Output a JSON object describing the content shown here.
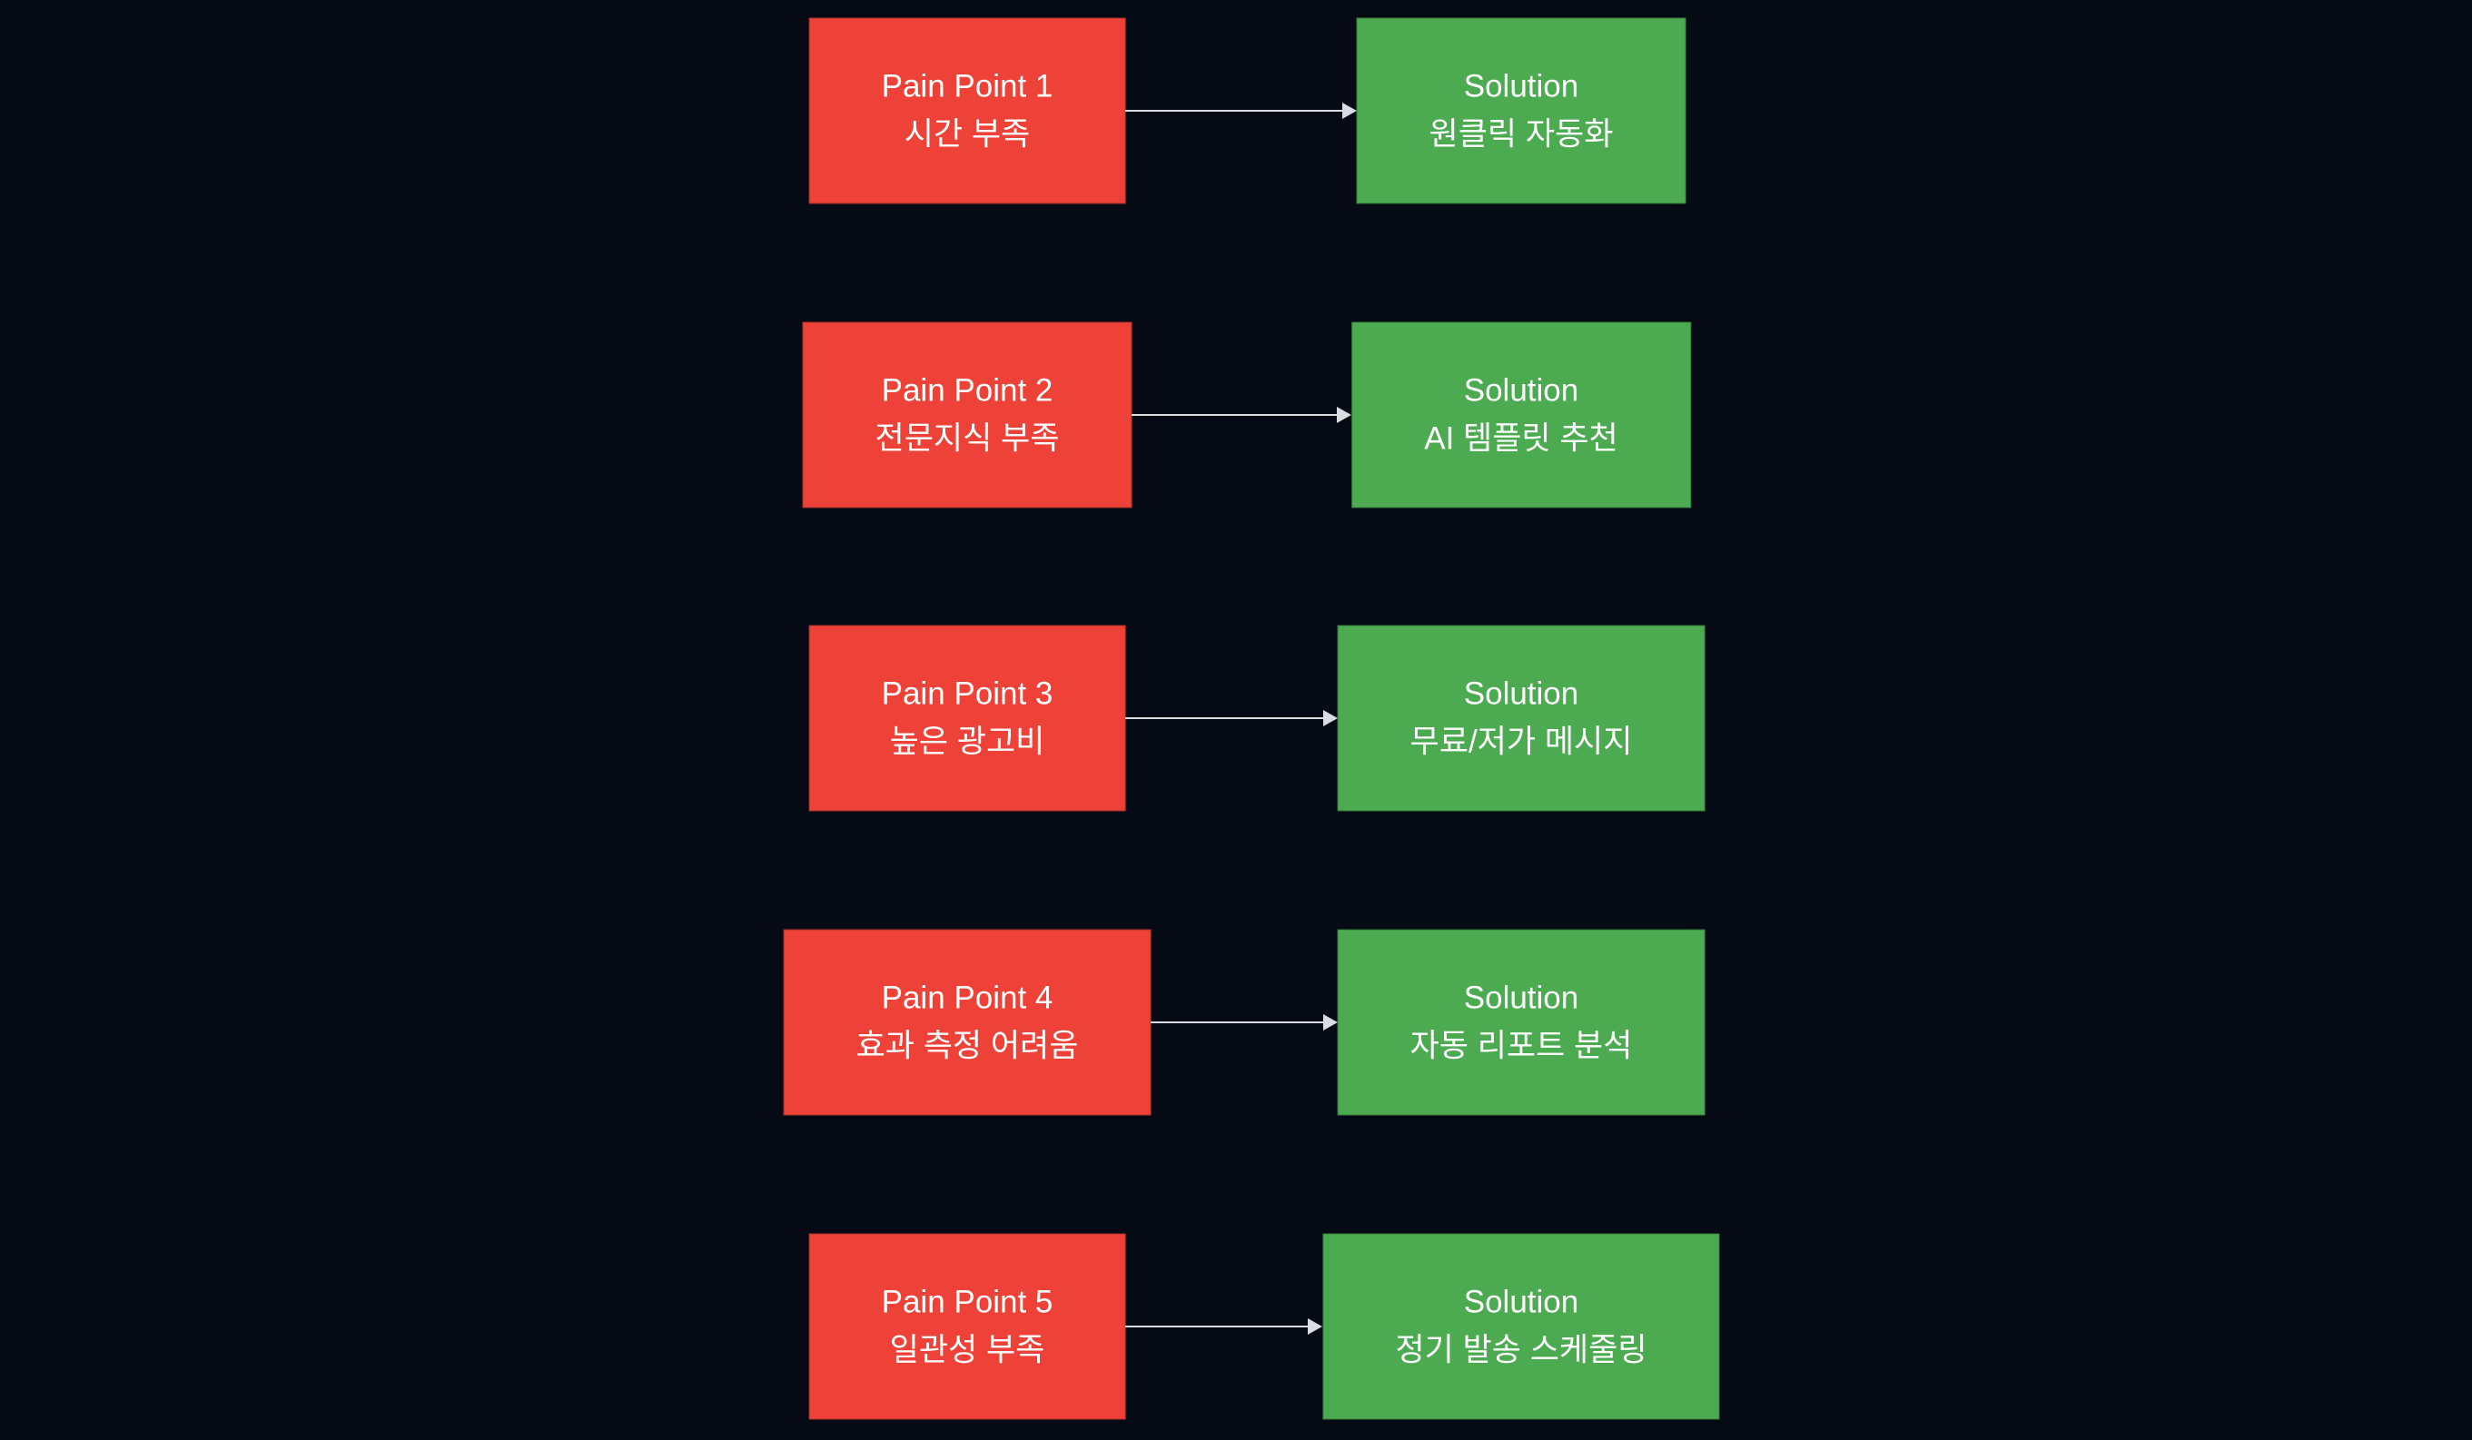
{
  "colors": {
    "background": "#050a14",
    "pain_box": "#ee4238",
    "solution_box": "#4cab51",
    "arrow": "#d9dde0",
    "text": "#ffffff"
  },
  "rows": [
    {
      "pain": {
        "title": "Pain Point 1",
        "label": "시간 부족"
      },
      "solution": {
        "title": "Solution",
        "label": "원클릭 자동화"
      }
    },
    {
      "pain": {
        "title": "Pain Point 2",
        "label": "전문지식 부족"
      },
      "solution": {
        "title": "Solution",
        "label": "AI 템플릿 추천"
      }
    },
    {
      "pain": {
        "title": "Pain Point 3",
        "label": "높은 광고비"
      },
      "solution": {
        "title": "Solution",
        "label": "무료/저가 메시지"
      }
    },
    {
      "pain": {
        "title": "Pain Point 4",
        "label": "효과 측정 어려움"
      },
      "solution": {
        "title": "Solution",
        "label": "자동 리포트 분석"
      }
    },
    {
      "pain": {
        "title": "Pain Point 5",
        "label": "일관성 부족"
      },
      "solution": {
        "title": "Solution",
        "label": "정기 발송 스케줄링"
      }
    }
  ]
}
